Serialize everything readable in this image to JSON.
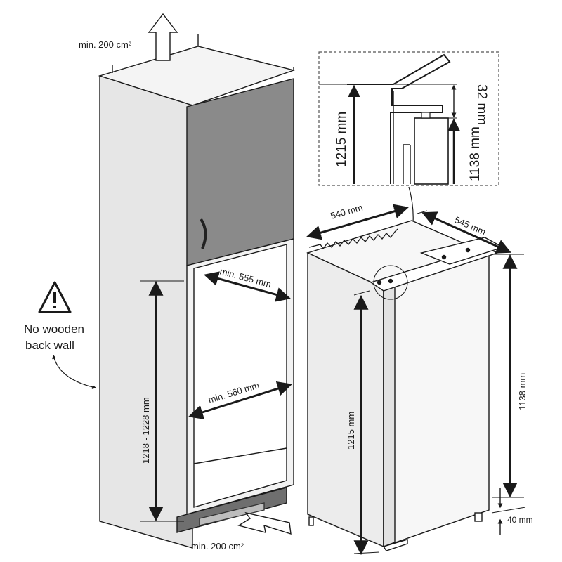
{
  "labels": {
    "vent_top": "min. 200 cm²",
    "vent_bottom": "min. 200 cm²",
    "niche_depth": "min. 555 mm",
    "niche_width": "min. 560 mm",
    "niche_height": "1218 - 1228 mm",
    "warning_line1": "No wooden",
    "warning_line2": "back wall",
    "appliance_width": "540 mm",
    "appliance_depth": "545 mm",
    "appliance_height": "1138 mm",
    "appliance_full_height": "1215 mm",
    "plinth_gap": "40 mm",
    "detail_full_height": "1215 mm",
    "detail_body_height": "1138 mm",
    "detail_top_gap": "32 mm"
  },
  "colors": {
    "line": "#1a1a1a",
    "door_fill": "#8a8a8a",
    "side_fill": "#ececec",
    "front_fill": "#f7f7f7",
    "plinth_fill": "#6f6f6f"
  },
  "icons": [
    "warning-triangle-icon",
    "arrow-up-icon",
    "arrow-inlet-icon"
  ]
}
